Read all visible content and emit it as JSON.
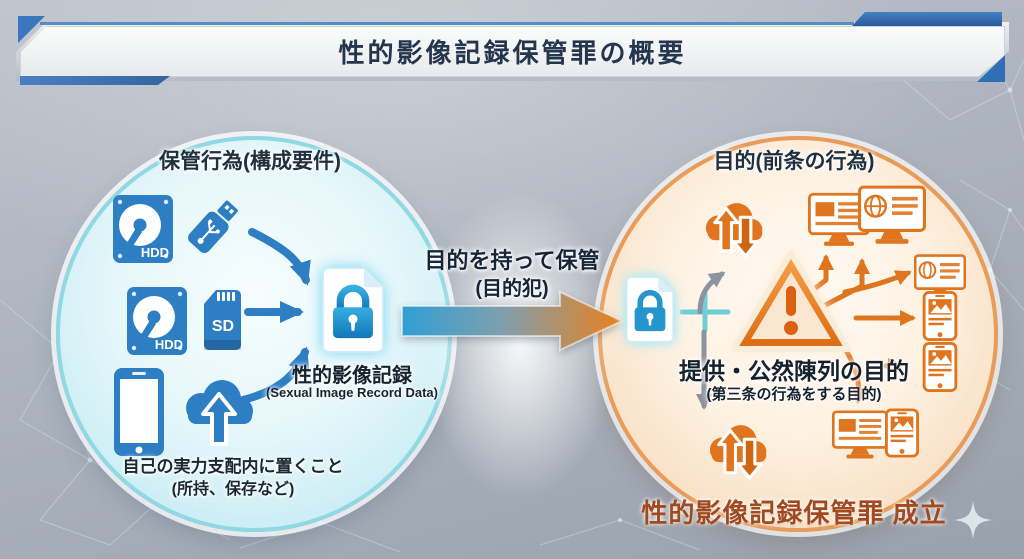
{
  "title": "性的影像記録保管罪の概要",
  "left": {
    "heading": "保管行為(構成要件)",
    "hdd_label": "HDD",
    "sd_label": "SD",
    "record_label": "性的影像記録",
    "record_sublabel": "(Sexual Image Record Data)",
    "note_line1": "自己の実力支配内に置くこと",
    "note_line2": "(所持、保存など)"
  },
  "middle": {
    "caption_line1": "目的を持って保管",
    "caption_line2": "(目的犯)"
  },
  "right": {
    "heading": "目的(前条の行為)",
    "purpose_line1": "提供・公然陳列の目的",
    "purpose_line2": "(第三条の行為をする目的)",
    "verdict": "性的影像記録保管罪 成立"
  },
  "icons": {
    "storage_sources": [
      "hdd-icon",
      "usb-flash-icon",
      "hdd-icon",
      "sd-card-icon",
      "smartphone-icon",
      "cloud-upload-icon"
    ],
    "record": "locked-file-icon",
    "purpose_side": [
      "locked-file-icon",
      "cloud-sync-icon",
      "warning-triangle-icon",
      "monitor-icon",
      "smartphone-icon"
    ],
    "decoration": "sparkle-icon"
  },
  "colors": {
    "background_gray": "#adb4be",
    "banner_blue": "#2f6fb5",
    "device_blue": "#2e7ec4",
    "circle_left_border": "#8ed9e4",
    "circle_right_border": "#ea9b55",
    "orange": "#e0751f",
    "title_text": "#24364e",
    "verdict_text": "#a04a22",
    "arrow_gradient_start": "#2f9fd4",
    "arrow_gradient_end": "#e8821c"
  }
}
